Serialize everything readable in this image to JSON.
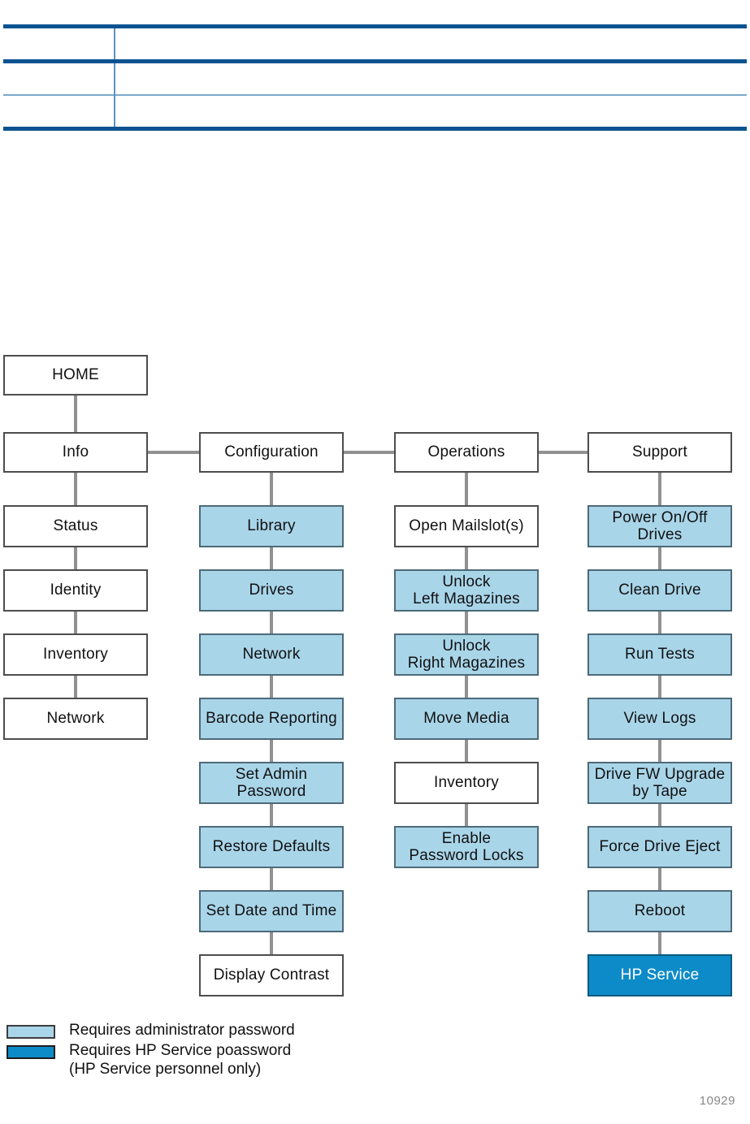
{
  "doc_table": {
    "rows": [
      {
        "cells": [
          "",
          ""
        ]
      },
      {
        "cells": [
          "",
          ""
        ]
      },
      {
        "cells": [
          "",
          ""
        ]
      }
    ],
    "border_color": "#0b5390",
    "inner_rule_color": "#5b93c0"
  },
  "diagram": {
    "root": {
      "label": "HOME",
      "level": "root"
    },
    "columns": [
      {
        "header": "Info",
        "items": [
          {
            "label": "Status",
            "access": "none"
          },
          {
            "label": "Identity",
            "access": "none"
          },
          {
            "label": "Inventory",
            "access": "none"
          },
          {
            "label": "Network",
            "access": "none"
          }
        ]
      },
      {
        "header": "Configuration",
        "items": [
          {
            "label": "Library",
            "access": "admin"
          },
          {
            "label": "Drives",
            "access": "admin"
          },
          {
            "label": "Network",
            "access": "admin"
          },
          {
            "label": "Barcode Reporting",
            "access": "admin"
          },
          {
            "label": "Set Admin Password",
            "access": "admin"
          },
          {
            "label": "Restore Defaults",
            "access": "admin"
          },
          {
            "label": "Set Date and Time",
            "access": "admin"
          },
          {
            "label": "Display Contrast",
            "access": "none"
          }
        ]
      },
      {
        "header": "Operations",
        "items": [
          {
            "label": "Open Mailslot(s)",
            "access": "none"
          },
          {
            "label": "Unlock\nLeft Magazines",
            "access": "admin"
          },
          {
            "label": "Unlock\nRight Magazines",
            "access": "admin"
          },
          {
            "label": "Move Media",
            "access": "admin"
          },
          {
            "label": "Inventory",
            "access": "none"
          },
          {
            "label": "Enable\nPassword Locks",
            "access": "admin"
          }
        ]
      },
      {
        "header": "Support",
        "items": [
          {
            "label": "Power On/Off Drives",
            "access": "admin"
          },
          {
            "label": "Clean Drive",
            "access": "admin"
          },
          {
            "label": "Run Tests",
            "access": "admin"
          },
          {
            "label": "View Logs",
            "access": "admin"
          },
          {
            "label": "Drive FW Upgrade\nby Tape",
            "access": "admin"
          },
          {
            "label": "Force Drive Eject",
            "access": "admin"
          },
          {
            "label": "Reboot",
            "access": "admin"
          },
          {
            "label": "HP Service",
            "access": "service"
          }
        ]
      }
    ]
  },
  "legend": {
    "items": [
      {
        "swatch": "admin",
        "text": "Requires administrator password"
      },
      {
        "swatch": "service",
        "text": "Requires HP Service poassword\n(HP Service personnel only)"
      }
    ]
  },
  "figure_id": "10929",
  "colors": {
    "admin_fill": "#a9d5e9",
    "service_fill": "#0d8bc8",
    "node_border": "#4d4d4d",
    "connector": "#919191",
    "table_border": "#0b5390"
  }
}
